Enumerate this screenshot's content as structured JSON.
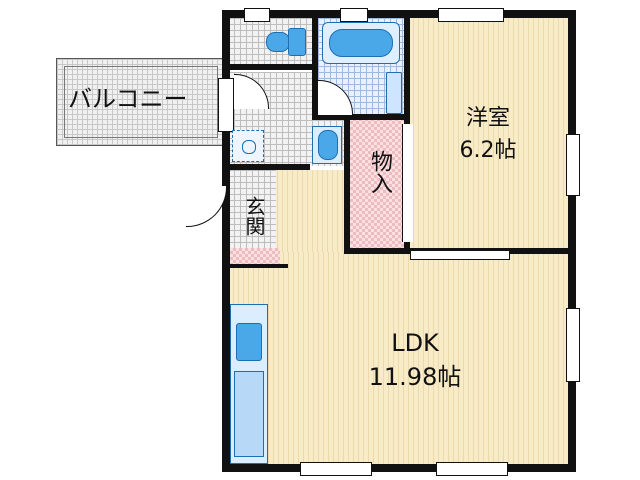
{
  "floorplan": {
    "rooms": {
      "western_room": {
        "name": "洋室",
        "size": "6.2帖"
      },
      "storage": {
        "name": "物入"
      },
      "entrance": {
        "name": "玄関"
      },
      "ldk": {
        "name": "LDK",
        "size": "11.98帖"
      },
      "balcony": {
        "name": "バルコニー"
      }
    },
    "colors": {
      "wall": "#111111",
      "wood_floor": "#f8ecc8",
      "storage_floor": "#fbe0e2",
      "bath_fixture": "#4aa8e8",
      "balcony_floor": "#f0f0f0"
    },
    "fixtures": [
      "toilet-icon",
      "bathtub-icon",
      "washbasin-icon",
      "washing-machine-icon",
      "kitchen-sink-icon"
    ]
  }
}
